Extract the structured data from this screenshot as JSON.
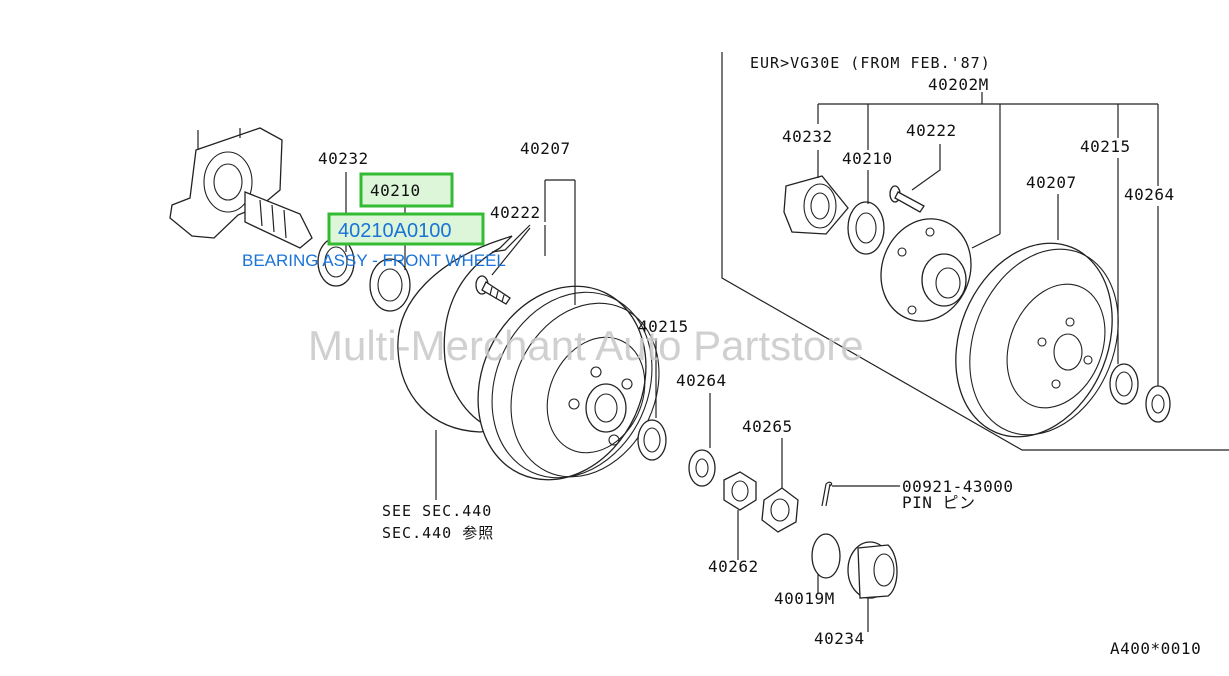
{
  "header_note": "EUR>VG30E (FROM FEB.'87)",
  "labels": {
    "p40202m": "40202M",
    "p40232_right": "40232",
    "p40222_right": "40222",
    "p40210_right": "40210",
    "p40215_right": "40215",
    "p40207_right": "40207",
    "p40264_right": "40264",
    "p40232_left": "40232",
    "p40207_left": "40207",
    "p40222_left": "40222",
    "p40215_left": "40215",
    "p40264_left": "40264",
    "p40265": "40265",
    "p00921": "00921-43000",
    "pin": "PIN ピン",
    "p40262": "40262",
    "p40019m": "40019M",
    "p40234": "40234",
    "see1": "SEE SEC.440",
    "see2": "SEC.440 参照",
    "diagram_code": "A400*0010"
  },
  "highlight": {
    "part_number": "40210",
    "oem_number": "40210A0100",
    "description": "BEARING ASSY - FRONT WHEEL",
    "color": "#33bb33"
  },
  "watermark": "Multi-Merchant Auto Partstore"
}
